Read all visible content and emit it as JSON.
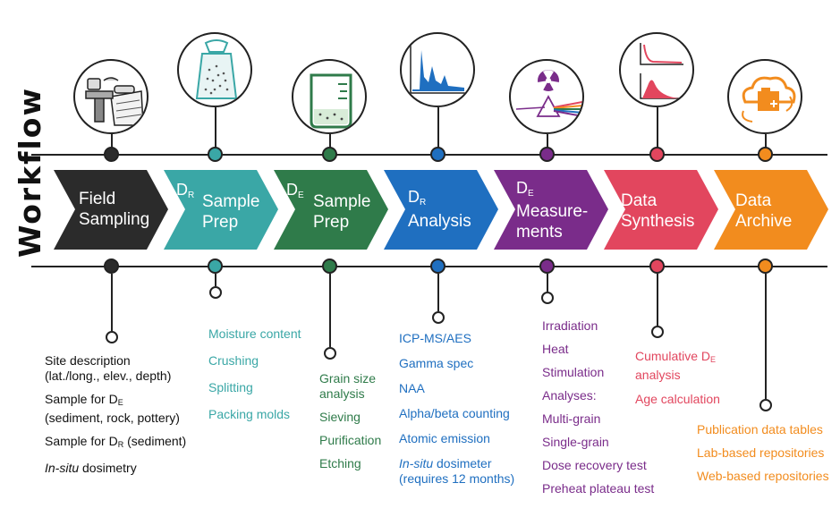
{
  "title": "Workflow",
  "colors": {
    "field": "#2b2b2b",
    "dr_prep": "#3aa7a6",
    "de_prep": "#2f7b4a",
    "dr_analysis": "#1f6fc0",
    "de_measure": "#7a2c8a",
    "synthesis": "#e2465e",
    "archive": "#f28c1e"
  },
  "steps": [
    {
      "id": "field",
      "line1": "Field",
      "line2": "Sampling",
      "prefix": "",
      "prefix_sub": ""
    },
    {
      "id": "dr_prep",
      "line1": "Sample",
      "line2": "Prep",
      "prefix": "D",
      "prefix_sub": "R"
    },
    {
      "id": "de_prep",
      "line1": "Sample",
      "line2": "Prep",
      "prefix": "D",
      "prefix_sub": "E"
    },
    {
      "id": "dr_analysis",
      "line1": "Analysis",
      "line2": "",
      "prefix": "D",
      "prefix_sub": "R"
    },
    {
      "id": "de_measure",
      "line1": "Measure-",
      "line2": "ments",
      "prefix": "D",
      "prefix_sub": "E"
    },
    {
      "id": "synthesis",
      "line1": "Data",
      "line2": "Synthesis",
      "prefix": "",
      "prefix_sub": ""
    },
    {
      "id": "archive",
      "line1": "Data",
      "line2": "Archive",
      "prefix": "",
      "prefix_sub": ""
    }
  ],
  "details": {
    "field": [
      "Site description",
      "(lat./long., elev., depth)",
      "Sample for D",
      "E",
      "(sediment, rock, pottery)",
      "Sample for D",
      "R",
      " (sediment)",
      "In-situ",
      " dosimetry"
    ],
    "dr_prep": [
      "Moisture content",
      "Crushing",
      "Splitting",
      "Packing molds"
    ],
    "de_prep": [
      "Grain size",
      "analysis",
      "Sieving",
      "Purification",
      "Etching"
    ],
    "dr_analysis": [
      "ICP-MS/AES",
      "Gamma spec",
      "NAA",
      "Alpha/beta counting",
      "Atomic emission",
      "In-situ",
      " dosimeter",
      "(requires 12 months)"
    ],
    "de_measure": [
      "Irradiation",
      "Heat",
      "Stimulation",
      "Analyses:",
      "Multi-grain",
      "Single-grain",
      "Dose recovery test",
      "Preheat plateau test"
    ],
    "synthesis": [
      "Cumulative D",
      "E",
      "analysis",
      "Age calculation"
    ],
    "archive": [
      "Publication data tables",
      "Lab-based repositories",
      "Web-based repositories"
    ]
  },
  "icons": [
    "tools-core-icon",
    "sample-bag-icon",
    "beaker-icon",
    "spectrum-icon",
    "radiation-prism-icon",
    "distribution-plot-icon",
    "cloud-archive-icon"
  ]
}
